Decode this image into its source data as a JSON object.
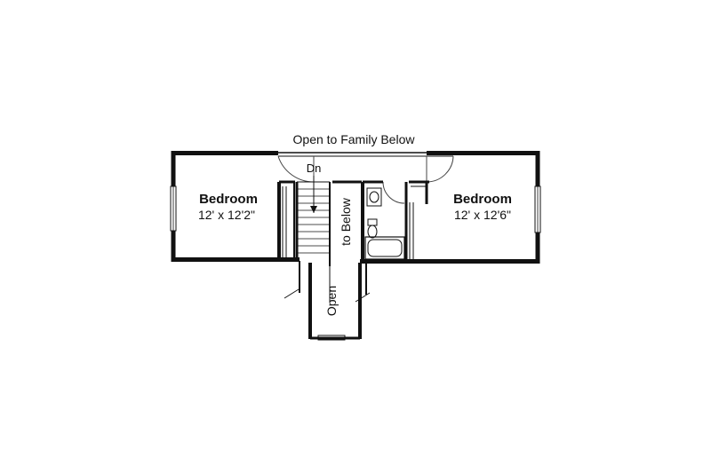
{
  "plan": {
    "top_label": "Open to Family Below",
    "stair_label": "Dn",
    "open_label_top": "Open",
    "open_label_bottom": "to Below",
    "bedroom_left": {
      "name": "Bedroom",
      "size": "12' x 12'2\""
    },
    "bedroom_right": {
      "name": "Bedroom",
      "size": "12' x 12'6\""
    }
  },
  "colors": {
    "wall": "#111111",
    "background": "#ffffff",
    "line": "#444444"
  }
}
